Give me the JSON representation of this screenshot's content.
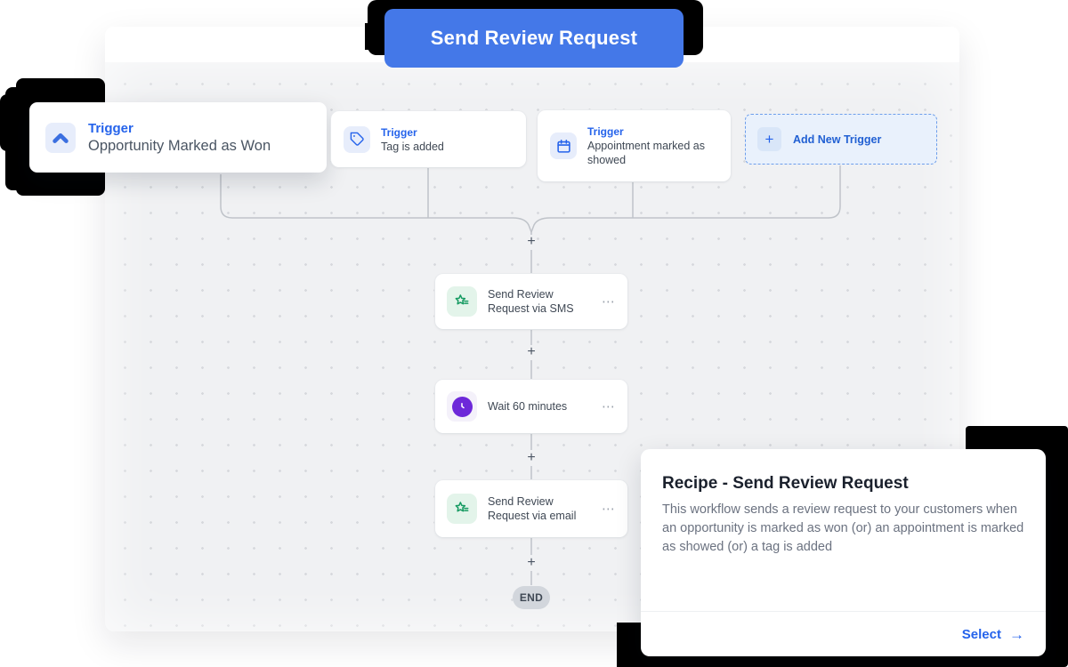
{
  "banner": {
    "label": "Send Review Request"
  },
  "triggers": [
    {
      "type_label": "Trigger",
      "name": "Opportunity Marked as Won",
      "icon": "chevron-up-icon"
    },
    {
      "type_label": "Trigger",
      "name": "Tag is added",
      "icon": "tag-icon"
    },
    {
      "type_label": "Trigger",
      "name": "Appointment marked as showed",
      "icon": "calendar-icon"
    }
  ],
  "add_trigger": {
    "label": "Add New Trigger",
    "plus_glyph": "+",
    "icon": "plus-icon"
  },
  "actions": [
    {
      "name": "Send Review Request via SMS",
      "icon": "review-star-icon"
    },
    {
      "name": "Wait 60 minutes",
      "icon": "clock-icon"
    },
    {
      "name": "Send Review Request via email",
      "icon": "review-star-icon"
    }
  ],
  "workflow": {
    "plus_glyph": "+",
    "menu_glyph": "⋯",
    "end_label": "END"
  },
  "recipe_panel": {
    "title": "Recipe - Send Review Request",
    "description": "This workflow sends a review request to your customers when an opportunity is marked as won (or) an appointment is marked as showed (or) a tag is added",
    "select_label": "Select",
    "arrow_glyph": "→"
  },
  "colors": {
    "banner_blue": "#4478e8",
    "trigger_blue": "#2563eb",
    "action_green": "#169b62",
    "wait_purple": "#6d28d9",
    "canvas_gray": "#f0f1f3"
  }
}
